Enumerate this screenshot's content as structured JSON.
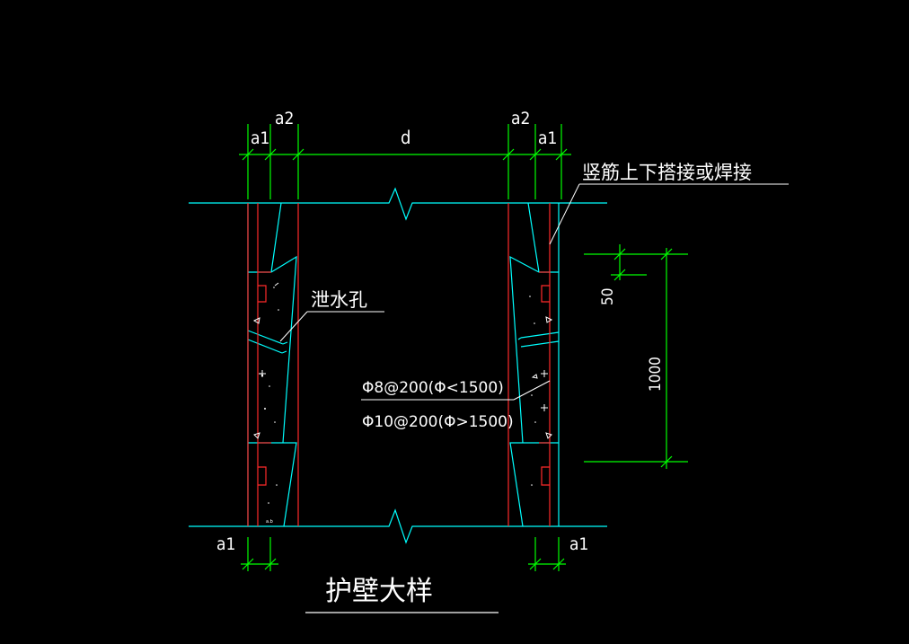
{
  "labels": {
    "dim_a1": "a1",
    "dim_a2": "a2",
    "dim_d": "d",
    "vertical_bar_note": "竖筋上下搭接或焊接",
    "drain_hole": "泄水孔",
    "rebar_small": "Φ8@200(Φ<1500)",
    "rebar_large": "Φ10@200(Φ>1500)",
    "dim_50": "50",
    "dim_1000": "1000",
    "title": "护壁大样"
  },
  "colors": {
    "background": "#000000",
    "dimension": "#00ff00",
    "concrete": "#00ffff",
    "rebar": "#ff2a2a",
    "text": "#ffffff"
  }
}
